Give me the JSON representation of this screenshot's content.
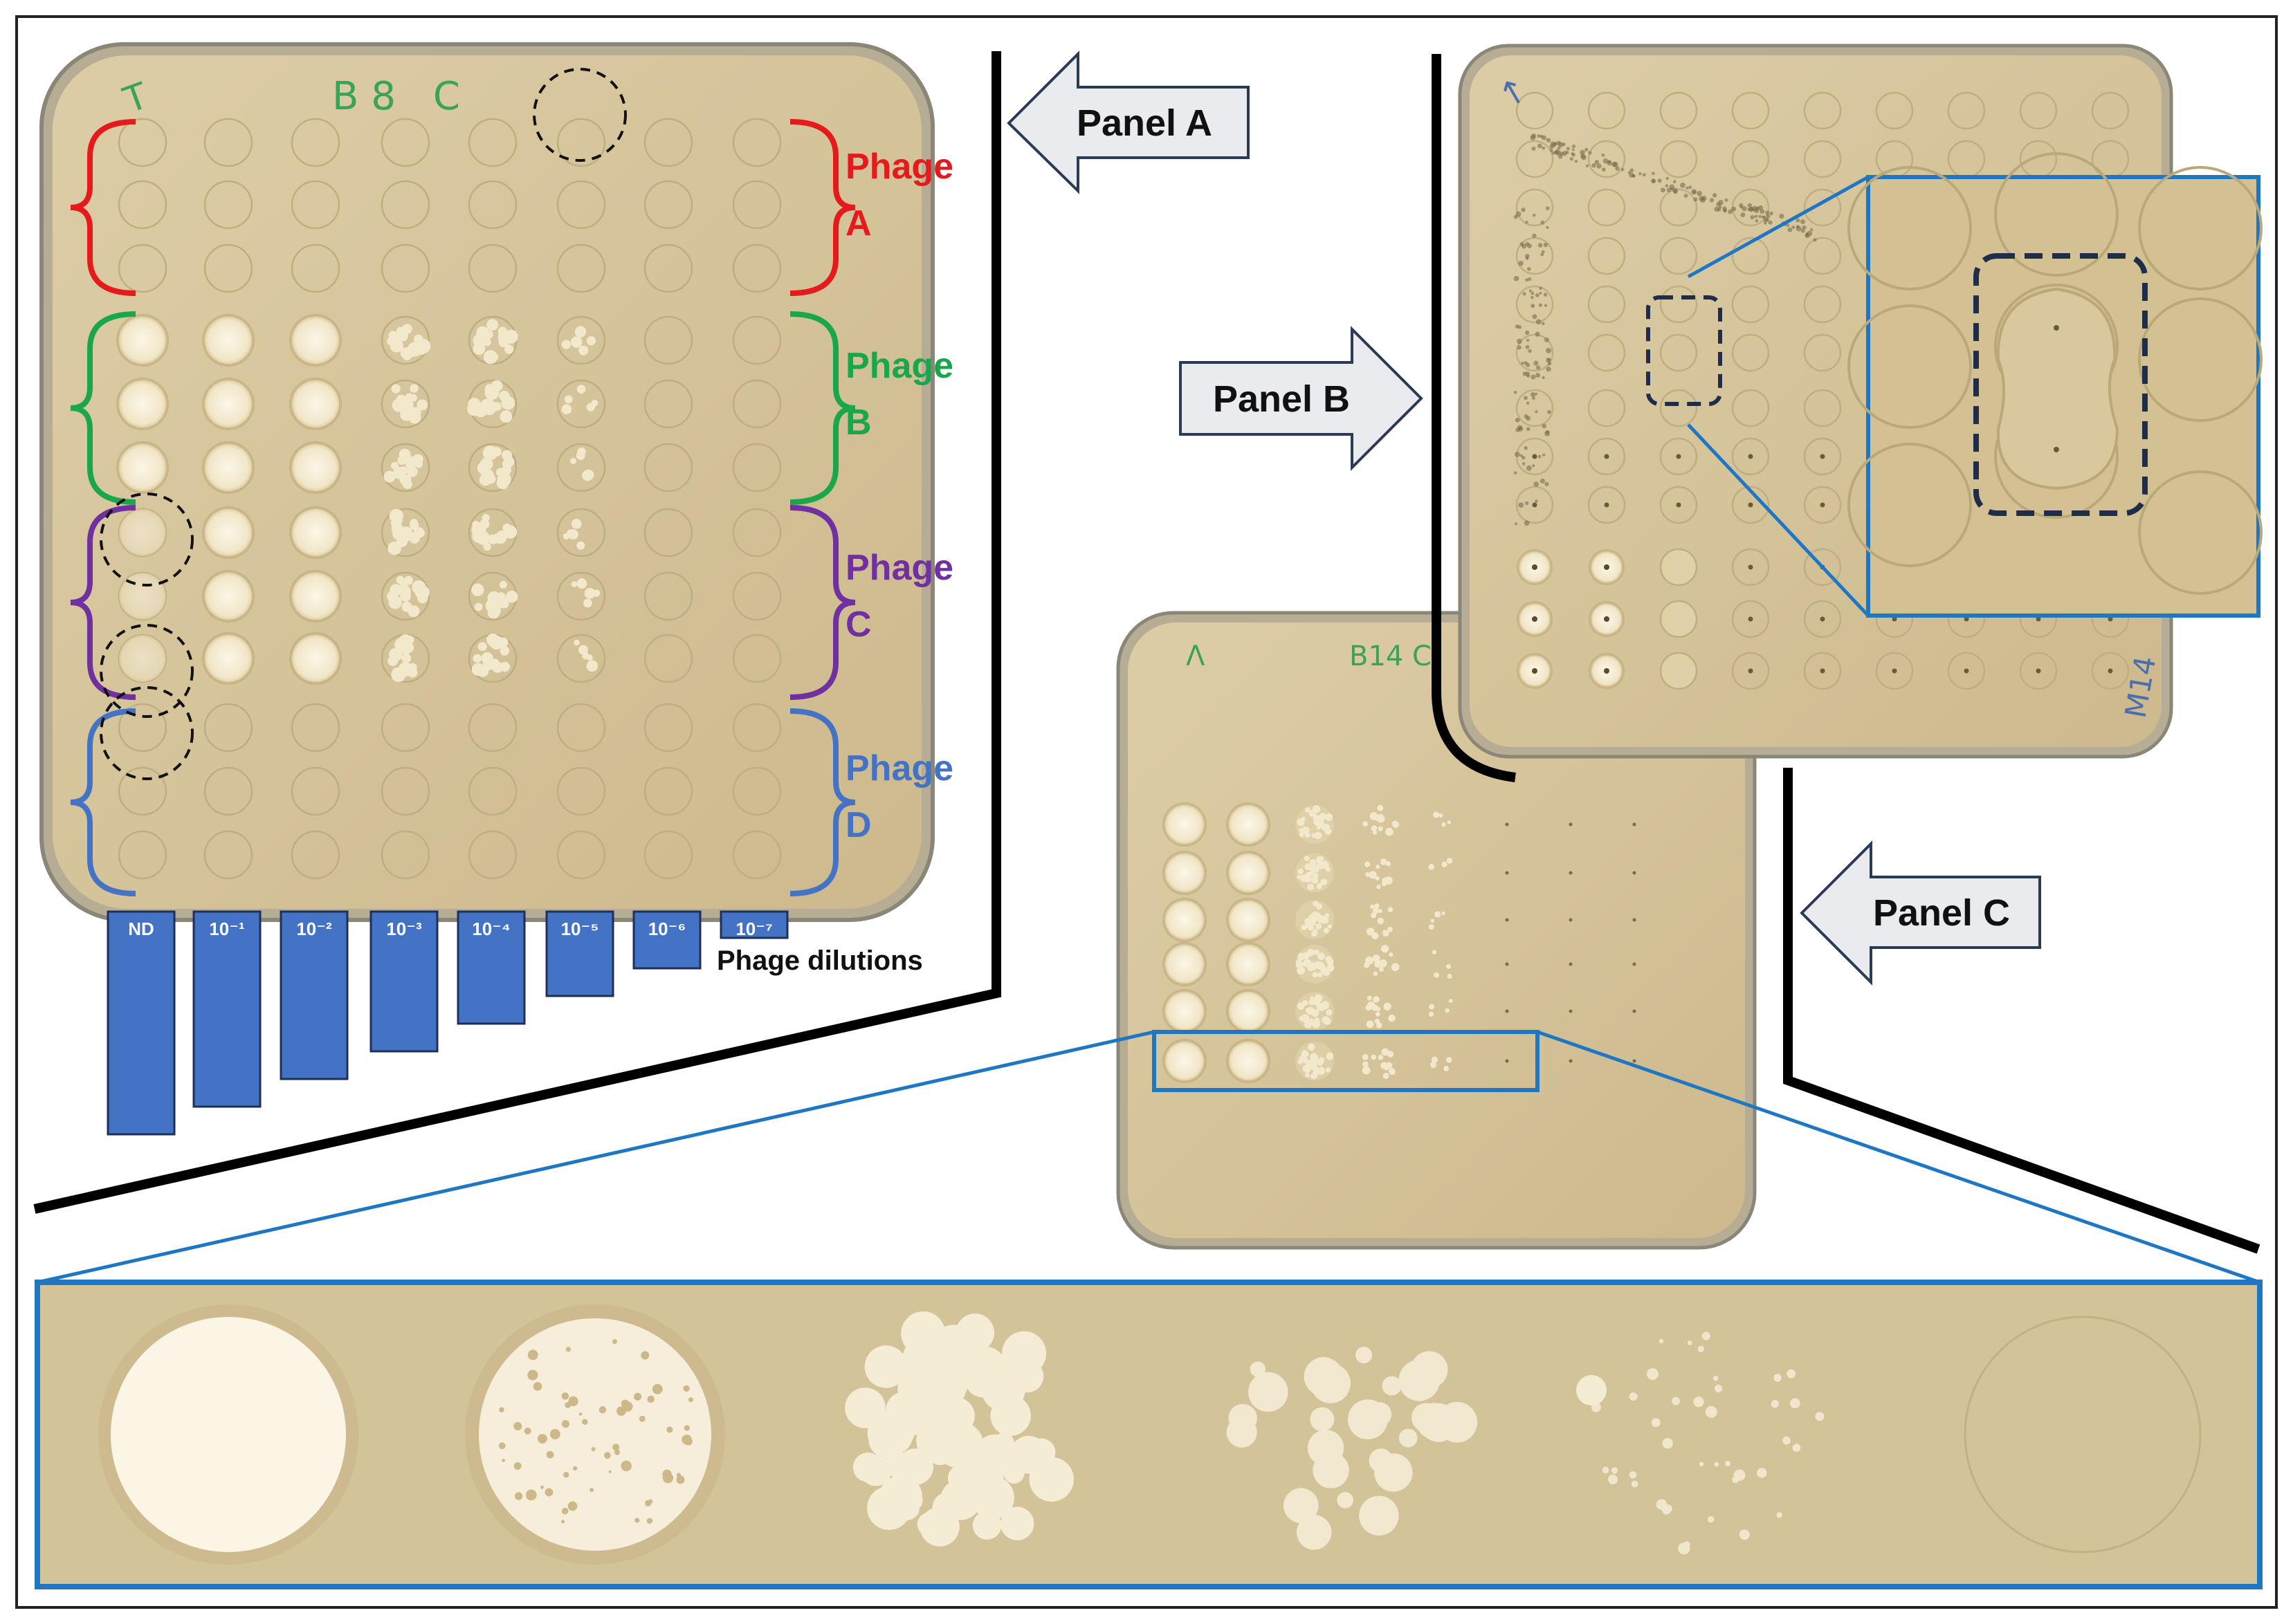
{
  "panels": {
    "a": {
      "label": "Panel A",
      "plate_note": "B8 C",
      "plate_mark": "T"
    },
    "b": {
      "label": "Panel B",
      "plate_side_note": "M14"
    },
    "c": {
      "label": "Panel C",
      "plate_note": "B14 C"
    }
  },
  "phages": [
    {
      "line1": "Phage",
      "line2": "A",
      "color": "#e41a1c"
    },
    {
      "line1": "Phage",
      "line2": "B",
      "color": "#1aa64a"
    },
    {
      "line1": "Phage",
      "line2": "C",
      "color": "#7030a0"
    },
    {
      "line1": "Phage",
      "line2": "D",
      "color": "#4472c4"
    }
  ],
  "dilutions": {
    "caption": "Phage dilutions",
    "labels": [
      "ND",
      "10⁻¹",
      "10⁻²",
      "10⁻³",
      "10⁻⁴",
      "10⁻⁵",
      "10⁻⁶",
      "10⁻⁷"
    ],
    "bar_color": "#4472c4"
  },
  "colors": {
    "agar": "#d6c49a",
    "plate_rim": "#8a8778",
    "clearing": "#f3ead5",
    "zoom_frame": "#1f77c4",
    "arrow_fill": "#e9ebef",
    "arrow_stroke": "#2b3a55"
  }
}
